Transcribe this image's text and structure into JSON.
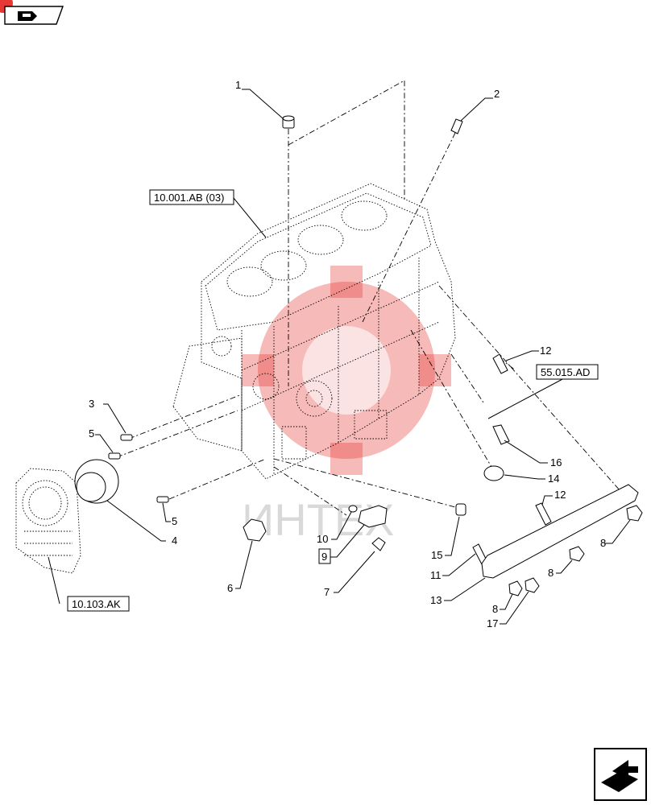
{
  "watermark": {
    "text": "ИНТЕХ",
    "color": "#e53935"
  },
  "nav": {
    "top_left_icon": "arrow-to-book-icon",
    "bottom_right_icon": "arrow-to-book-icon"
  },
  "references": {
    "block": "10.001.AB (03)",
    "rear_cover": "10.103.AK",
    "sensor": "55.015.AD"
  },
  "callouts": [
    "1",
    "2",
    "3",
    "4",
    "5",
    "5",
    "6",
    "7",
    "8",
    "8",
    "8",
    "9",
    "10",
    "11",
    "12",
    "12",
    "13",
    "14",
    "15",
    "16",
    "17"
  ]
}
